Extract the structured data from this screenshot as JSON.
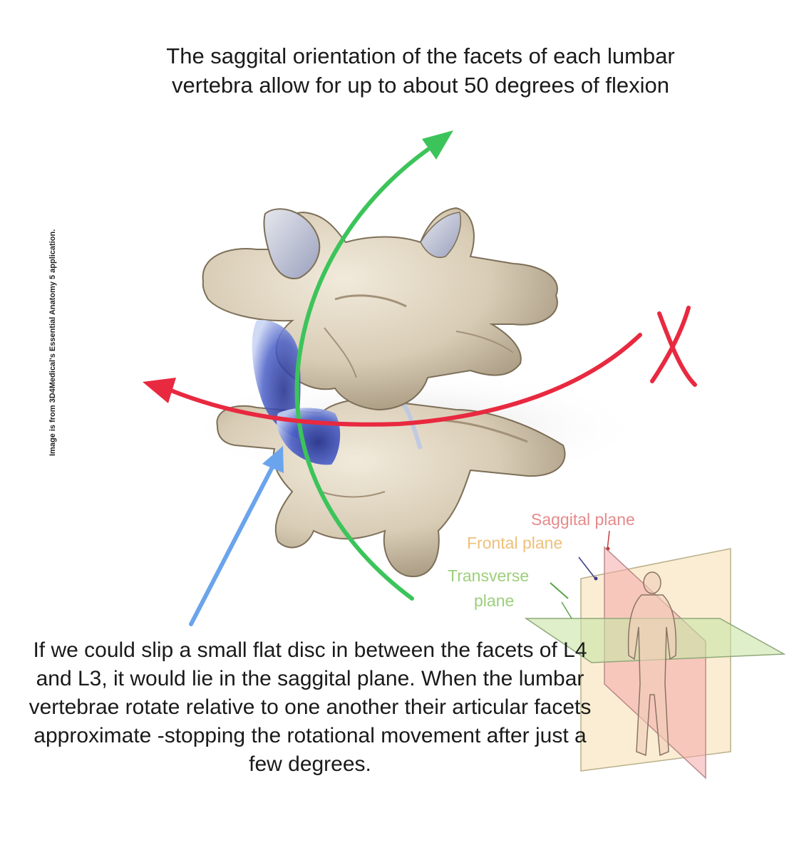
{
  "top_caption": "The saggital orientation of the facets of each lumbar vertebra allow for up to about 50 degrees of flexion",
  "bottom_caption": "If we could slip a small flat disc in between the facets of L4 and L3, it would lie in the saggital plane. When the lumbar vertebrae rotate relative to one another their articular facets approximate -stopping the rotational movement after just a few degrees.",
  "image_credit": "Image is from 3D4Medical's Essential Anatomy 5 application.",
  "planes": {
    "saggital": "Saggital plane",
    "frontal": "Frontal plane",
    "transverse_line1": "Transverse",
    "transverse_line2": "plane"
  },
  "cross_mark": "X",
  "colors": {
    "flexion_arrow": "#3cc45a",
    "rotation_arrow": "#e8293f",
    "disc_pointer_arrow": "#6aa4ec",
    "bone": "#d8ccb5",
    "facet_disc": "#3a4fb8",
    "saggital_plane": "#f29a9a",
    "frontal_plane": "#f2c27a",
    "transverse_plane": "#9fd07a"
  }
}
